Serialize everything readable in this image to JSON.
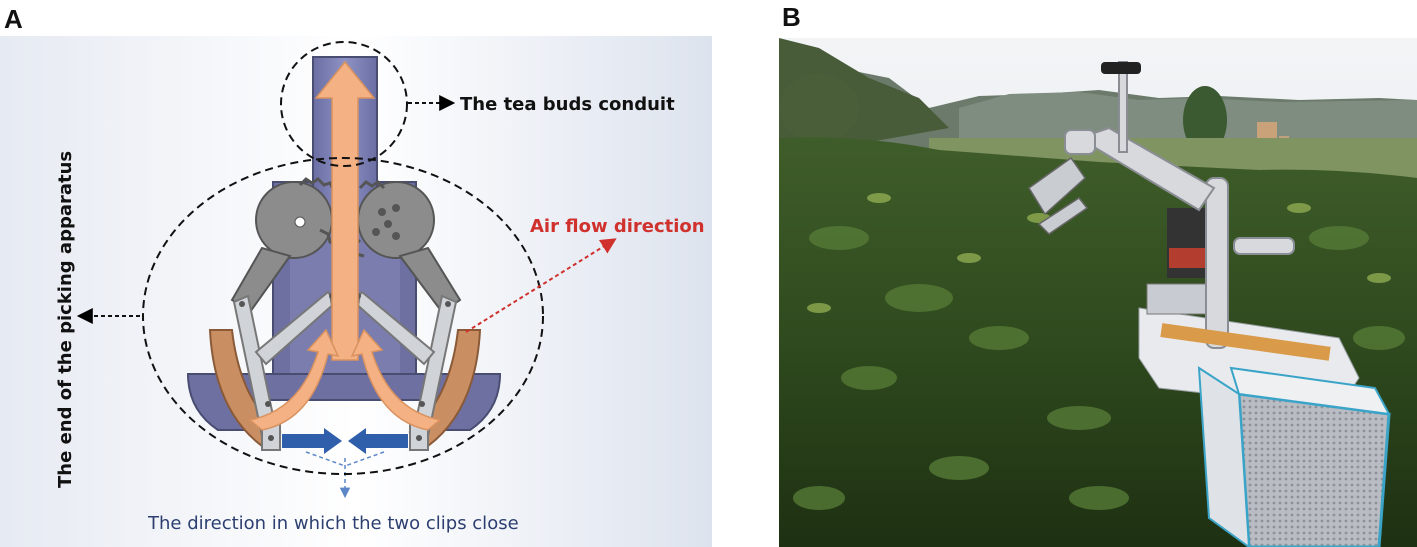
{
  "panels": {
    "a": {
      "label": "A",
      "annotations": {
        "conduit": "The tea buds conduit",
        "airflow": "Air flow direction",
        "end": "The end of the picking apparatus",
        "clips": "The direction in which the two clips close"
      }
    },
    "b": {
      "label": "B"
    }
  },
  "colors": {
    "conduit": "#6f73a8",
    "arrow": "#f4b183",
    "gear": "#8c8c8c",
    "clip": "#c98e62",
    "linkage": "#d0d3d8",
    "blue_arrow": "#2f5faa",
    "airflow_text": "#d0312d",
    "foliage": "#2f4a1e"
  }
}
